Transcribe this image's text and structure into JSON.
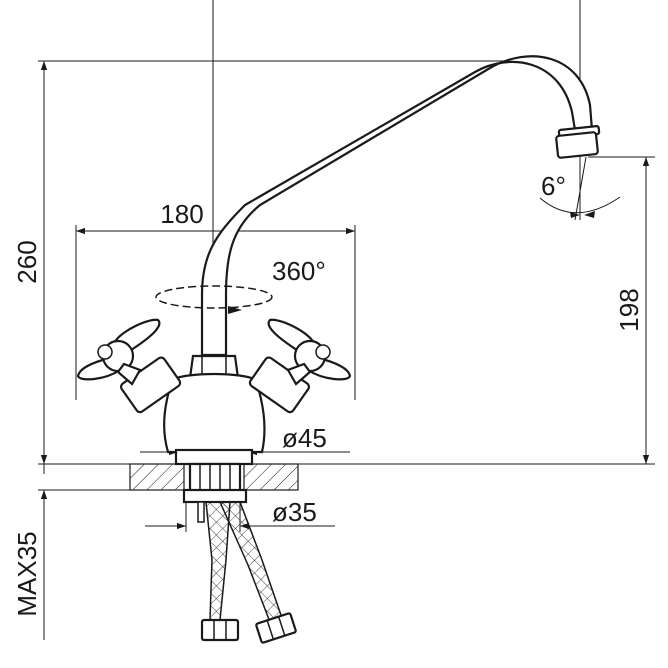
{
  "dimensions": {
    "height_total": "260",
    "spout_reach": "180",
    "swivel": "360°",
    "spout_height": "198",
    "spout_angle": "6°",
    "base_diameter": "ø45",
    "shank_diameter": "ø35",
    "max_deck": "MAX35"
  },
  "colors": {
    "line": "#1a1a1a",
    "background": "#ffffff"
  }
}
